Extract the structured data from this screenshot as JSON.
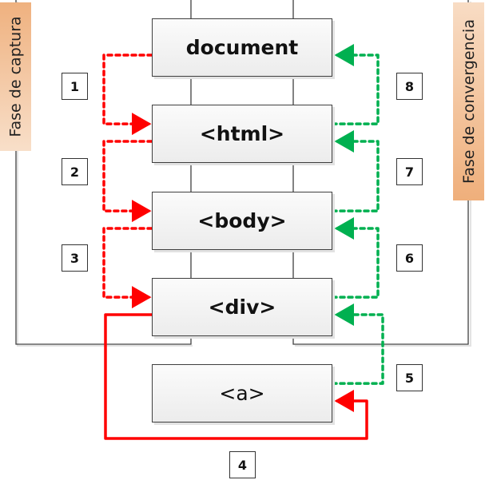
{
  "diagram": {
    "title": "DOM event propagation: capture and bubbling phases",
    "colors": {
      "capture": "#ff0000",
      "bubble": "#00b050",
      "target": "#ff0000",
      "node_border": "#3f3f3f",
      "phase_label_fill": "#f4c09a"
    },
    "phases": {
      "capture_label": "Fase de captura",
      "bubble_label": "Fase de convergencia"
    },
    "nodes": [
      {
        "id": "document",
        "label": "document"
      },
      {
        "id": "html",
        "label": "<html>"
      },
      {
        "id": "body",
        "label": "<body>"
      },
      {
        "id": "div",
        "label": "<div>"
      },
      {
        "id": "a",
        "label": "<a>"
      }
    ],
    "steps": [
      {
        "number": "1",
        "phase": "capture",
        "from": "document",
        "to": "html",
        "style": "dashed"
      },
      {
        "number": "2",
        "phase": "capture",
        "from": "html",
        "to": "body",
        "style": "dashed"
      },
      {
        "number": "3",
        "phase": "capture",
        "from": "body",
        "to": "div",
        "style": "dashed"
      },
      {
        "number": "4",
        "phase": "target",
        "from": "div",
        "to": "a",
        "style": "solid"
      },
      {
        "number": "5",
        "phase": "bubble",
        "from": "a",
        "to": "div",
        "style": "dashed"
      },
      {
        "number": "6",
        "phase": "bubble",
        "from": "div",
        "to": "body",
        "style": "dashed"
      },
      {
        "number": "7",
        "phase": "bubble",
        "from": "body",
        "to": "html",
        "style": "dashed"
      },
      {
        "number": "8",
        "phase": "bubble",
        "from": "html",
        "to": "document",
        "style": "dashed"
      }
    ]
  }
}
